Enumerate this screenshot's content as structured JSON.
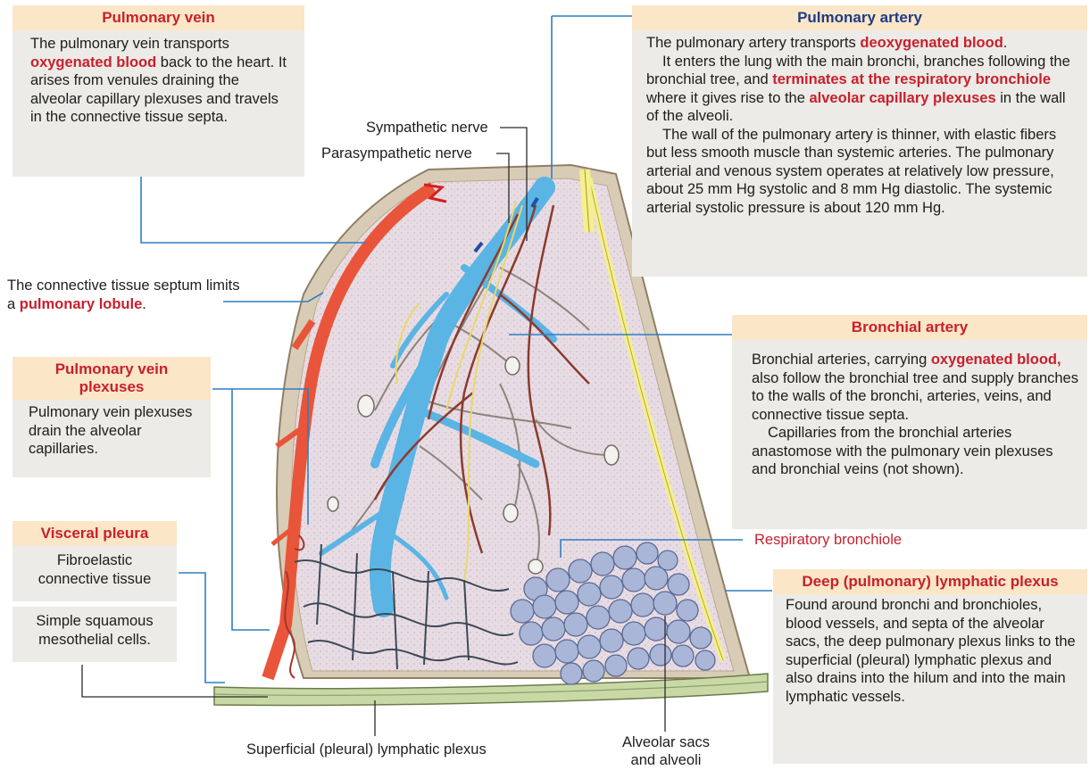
{
  "pulmonary_vein": {
    "title": "Pulmonary vein",
    "t1": "The pulmonary vein transports ",
    "h1": "oxygenated blood",
    "t2": " back to the heart. It arises from venules draining the alveolar capillary plexuses and travels in the connective tissue septa."
  },
  "pulmonary_artery": {
    "title": "Pulmonary artery",
    "p1_t1": "The pulmonary artery transports ",
    "p1_h1": "deoxygenated blood",
    "p1_t2": ".",
    "p2_t1": "It enters the lung with the main bronchi, branches following the bronchial tree, and ",
    "p2_h1": "terminates at the respiratory bronchiole",
    "p2_t2": " where it gives rise to the ",
    "p2_h2": "alveolar capillary plexuses",
    "p2_t3": " in the wall of the alveoli.",
    "p3": "The wall of the pulmonary artery is thinner, with elastic fibers but less smooth muscle than systemic arteries. The pulmonary arterial and venous system operates at relatively low pressure, about 25 mm Hg systolic and 8 mm Hg diastolic. The systemic arterial systolic pressure is about 120 mm Hg."
  },
  "septum": {
    "t1": "The connective tissue septum limits a ",
    "h1": "pulmonary lobule",
    "t2": "."
  },
  "pv_plexuses": {
    "title": "Pulmonary vein plexuses",
    "body": "Pulmonary vein plexuses drain the alveolar capillaries."
  },
  "visceral_pleura": {
    "title": "Visceral pleura",
    "body1": "Fibroelastic connective tissue",
    "body2": "Simple squamous mesothelial cells."
  },
  "bronchial_artery": {
    "title": "Bronchial artery",
    "p1_t1": "Bronchial arteries, carrying ",
    "p1_h1": "oxygenated blood,",
    "p1_t2": " also follow the bronchial tree and supply branches to the walls of the bronchi, arteries, veins, and connective tissue septa.",
    "p2": "Capillaries from the bronchial arteries anastomose with the pulmonary vein plexuses and bronchial veins (not shown)."
  },
  "deep_lymph": {
    "title": "Deep (pulmonary) lymphatic plexus",
    "body": "Found around bronchi and bronchioles, blood vessels, and septa of the alveolar sacs, the deep pulmonary plexus links to the superficial (pleural) lymphatic plexus and also drains into the hilum and into the main lymphatic vessels."
  },
  "labels": {
    "sympathetic": "Sympathetic nerve",
    "parasympathetic": "Parasympathetic nerve",
    "resp_bronchiole": "Respiratory bronchiole",
    "superficial": "Superficial (pleural) lymphatic plexus",
    "alveolar_sacs": "Alveolar sacs and alveoli"
  },
  "colors": {
    "header_bg": "#fbe6c8",
    "body_bg": "#ecebe7",
    "highlight": "#c8202c",
    "artery_blue": "#5ab4e4",
    "vein_red": "#e9553a",
    "leader": "#2f7fc1"
  }
}
